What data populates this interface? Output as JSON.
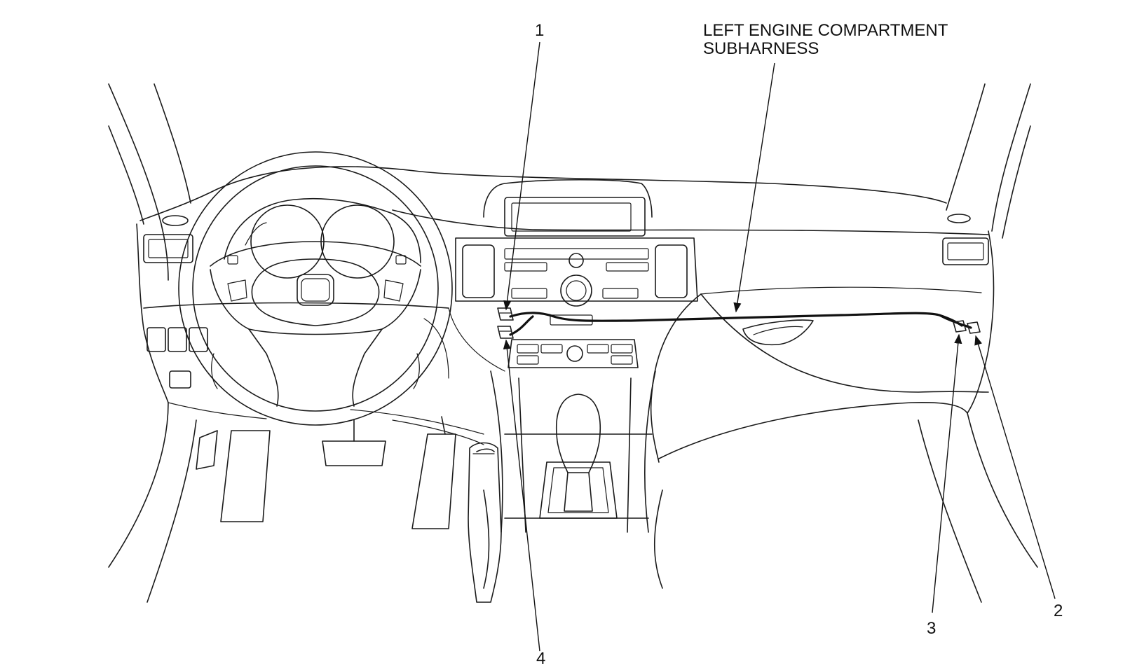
{
  "labels": {
    "harness_line1": "LEFT ENGINE COMPARTMENT",
    "harness_line2": "SUBHARNESS",
    "callout_1": "1",
    "callout_2": "2",
    "callout_3": "3",
    "callout_4": "4"
  },
  "colors": {
    "line": "#1a1a1a",
    "background": "#ffffff"
  }
}
